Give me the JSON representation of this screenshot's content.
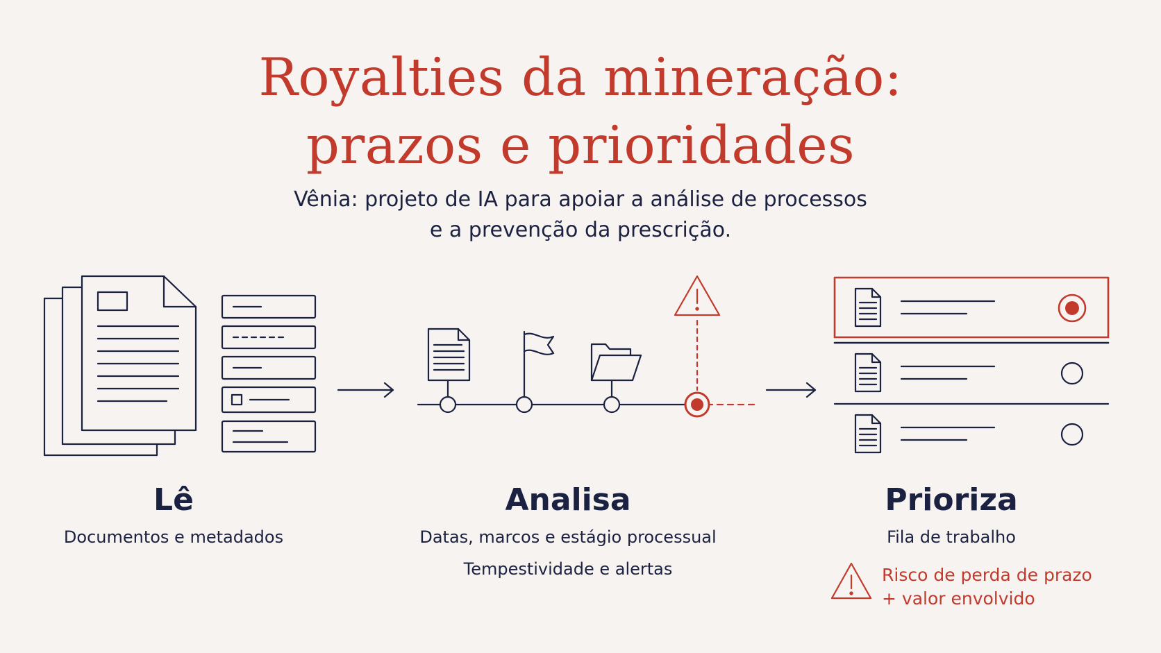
{
  "title": {
    "line1": "Royalties da mineração:",
    "line2": "prazos e prioridades"
  },
  "subtitle": {
    "line1": "Vênia: projeto de IA para apoiar a análise de processos",
    "line2": "e a prevenção da prescrição."
  },
  "stages": [
    {
      "title": "Lê",
      "desc": [
        "Documentos e metadados"
      ]
    },
    {
      "title": "Analisa",
      "desc": [
        "Datas, marcos e estágio processual",
        "Tempestividade e alertas"
      ]
    },
    {
      "title": "Prioriza",
      "desc": [
        "Fila de trabalho"
      ]
    }
  ],
  "risk": {
    "line1": "Risco de perda de prazo",
    "line2": "+ valor envolvido"
  },
  "colors": {
    "accent": "#c23a2b",
    "ink": "#1b2140",
    "background": "#f7f3f1"
  },
  "icons": [
    "document-stack-icon",
    "form-fields-icon",
    "arrow-right-icon",
    "document-icon",
    "flag-icon",
    "folder-icon",
    "warning-icon",
    "timeline-icon",
    "queue-list-icon",
    "radio-selected-icon",
    "radio-empty-icon"
  ]
}
